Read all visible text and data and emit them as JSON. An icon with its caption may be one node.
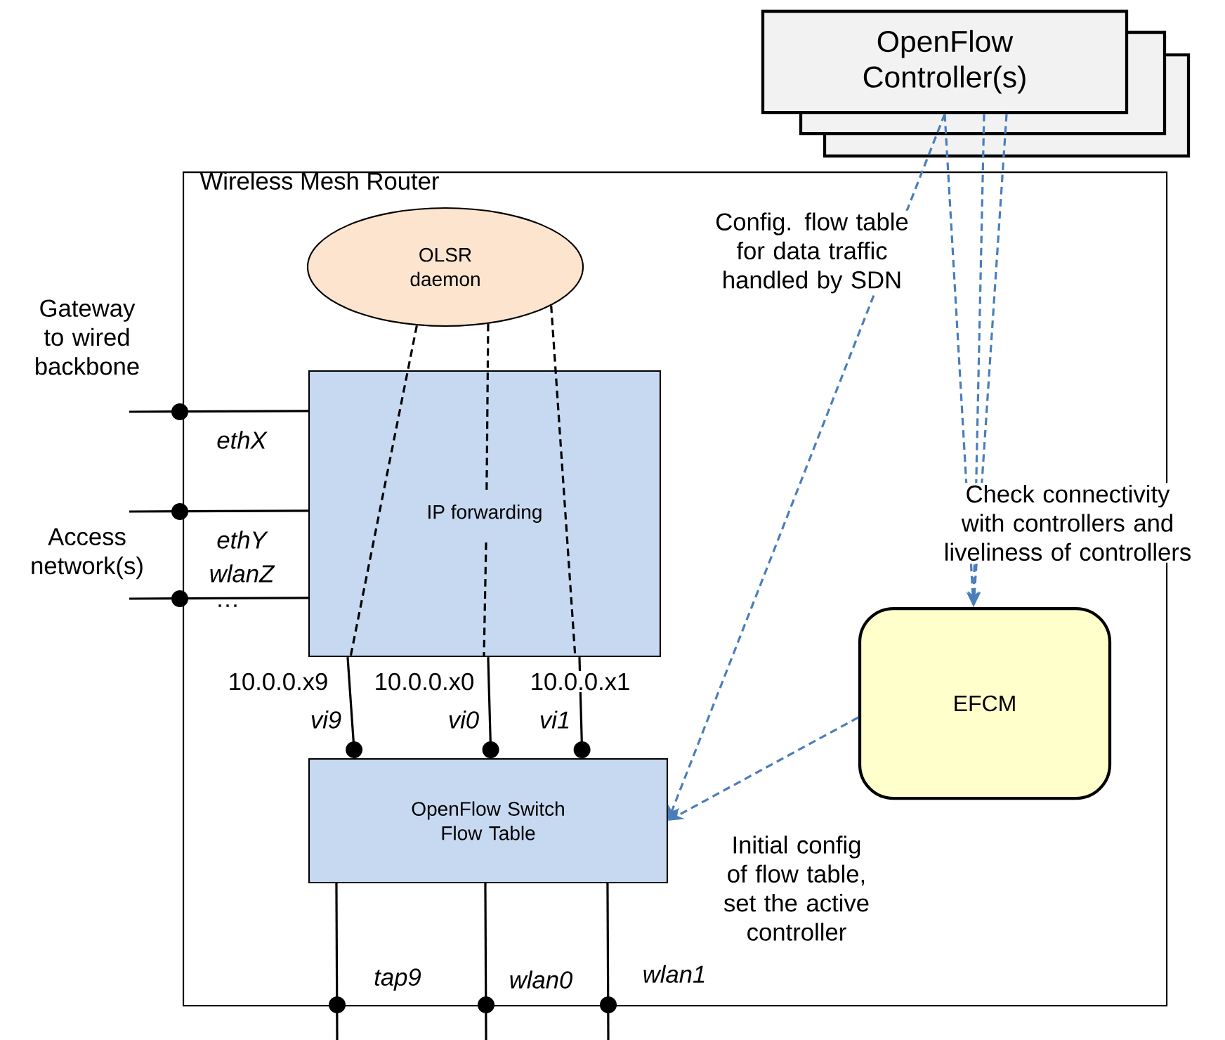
{
  "diagram": {
    "nodes": [
      {
        "text": [
          "Wireless Mesh Router"
        ]
      },
      {
        "text": [
          "OpenFlow Controller(s)"
        ]
      },
      {
        "text": [
          "OLSR daemon"
        ],
        "in": 0
      },
      {
        "text": [
          "IP forwarding"
        ],
        "in": 0
      },
      {
        "text": [
          "OpenFlow Switch Flow Table"
        ],
        "in": 0
      },
      {
        "text": [
          "EFCM"
        ],
        "in": 0
      }
    ],
    "edges": [
      {
        "from": 2,
        "to": 3,
        "arrow": "none",
        "style": "dashed"
      },
      {
        "from": 2,
        "to": 3,
        "arrow": "none",
        "style": "dashed"
      },
      {
        "from": 2,
        "to": 3,
        "arrow": "none",
        "style": "dashed"
      },
      {
        "from": 3,
        "to": 4,
        "arrow": "other"
      },
      {
        "from": 3,
        "to": 4,
        "arrow": "other"
      },
      {
        "from": 3,
        "to": 4,
        "arrow": "other"
      },
      {
        "from": null,
        "to": 3,
        "arrow": "none"
      },
      {
        "from": null,
        "to": 3,
        "arrow": "none"
      },
      {
        "from": null,
        "to": 3,
        "arrow": "none"
      },
      {
        "from": 4,
        "to": null,
        "arrow": "none"
      },
      {
        "from": 4,
        "to": null,
        "arrow": "none"
      },
      {
        "from": 4,
        "to": null,
        "arrow": "none"
      },
      {
        "from": 1,
        "to": 4,
        "arrow": "to",
        "style": "dashed",
        "color": "#4a7ebb",
        "label": "Config. flow table for data traffic handled by SDN"
      },
      {
        "from": 1,
        "to": 5,
        "arrow": "to",
        "style": "dashed",
        "color": "#4a7ebb",
        "label": "Check connectivity with controllers and liveliness of controllers"
      },
      {
        "from": 1,
        "to": 5,
        "arrow": "to",
        "style": "dashed",
        "color": "#4a7ebb"
      },
      {
        "from": 1,
        "to": 5,
        "arrow": "to",
        "style": "dashed",
        "color": "#4a7ebb"
      },
      {
        "from": 5,
        "to": 4,
        "arrow": "to",
        "style": "dashed",
        "color": "#4a7ebb",
        "label": "Initial config of flow table, set the active controller"
      }
    ],
    "labels": [
      "Gateway to wired backbone",
      "ethX",
      "Access network(s)",
      "ethY",
      "wlanZ",
      "…",
      "10.0.0.x9",
      "10.0.0.x0",
      "10.0.0.x1",
      "vi9",
      "vi0",
      "vi1",
      "tap9",
      "wlan0",
      "wlan1"
    ]
  }
}
